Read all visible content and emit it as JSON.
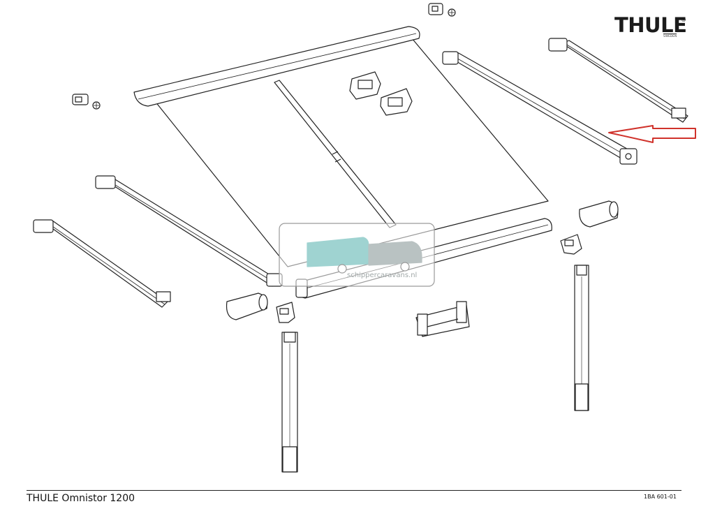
{
  "brand": {
    "logo_text": "THULE",
    "registered_mark": "®",
    "sub_text": "SWEDEN"
  },
  "footer": {
    "title": "THULE Omnistor 1200",
    "drawing_code": "1BA 601-01"
  },
  "watermark": {
    "text": "schippercaravans.nl",
    "color": "#9fd3d1"
  },
  "colors": {
    "line": "#222222",
    "highlight_arrow": "#d0322b",
    "part_fill": "#ffffff",
    "watermark_border": "#9a9a9a"
  },
  "highlighted_part": "right-upper-support-arm"
}
